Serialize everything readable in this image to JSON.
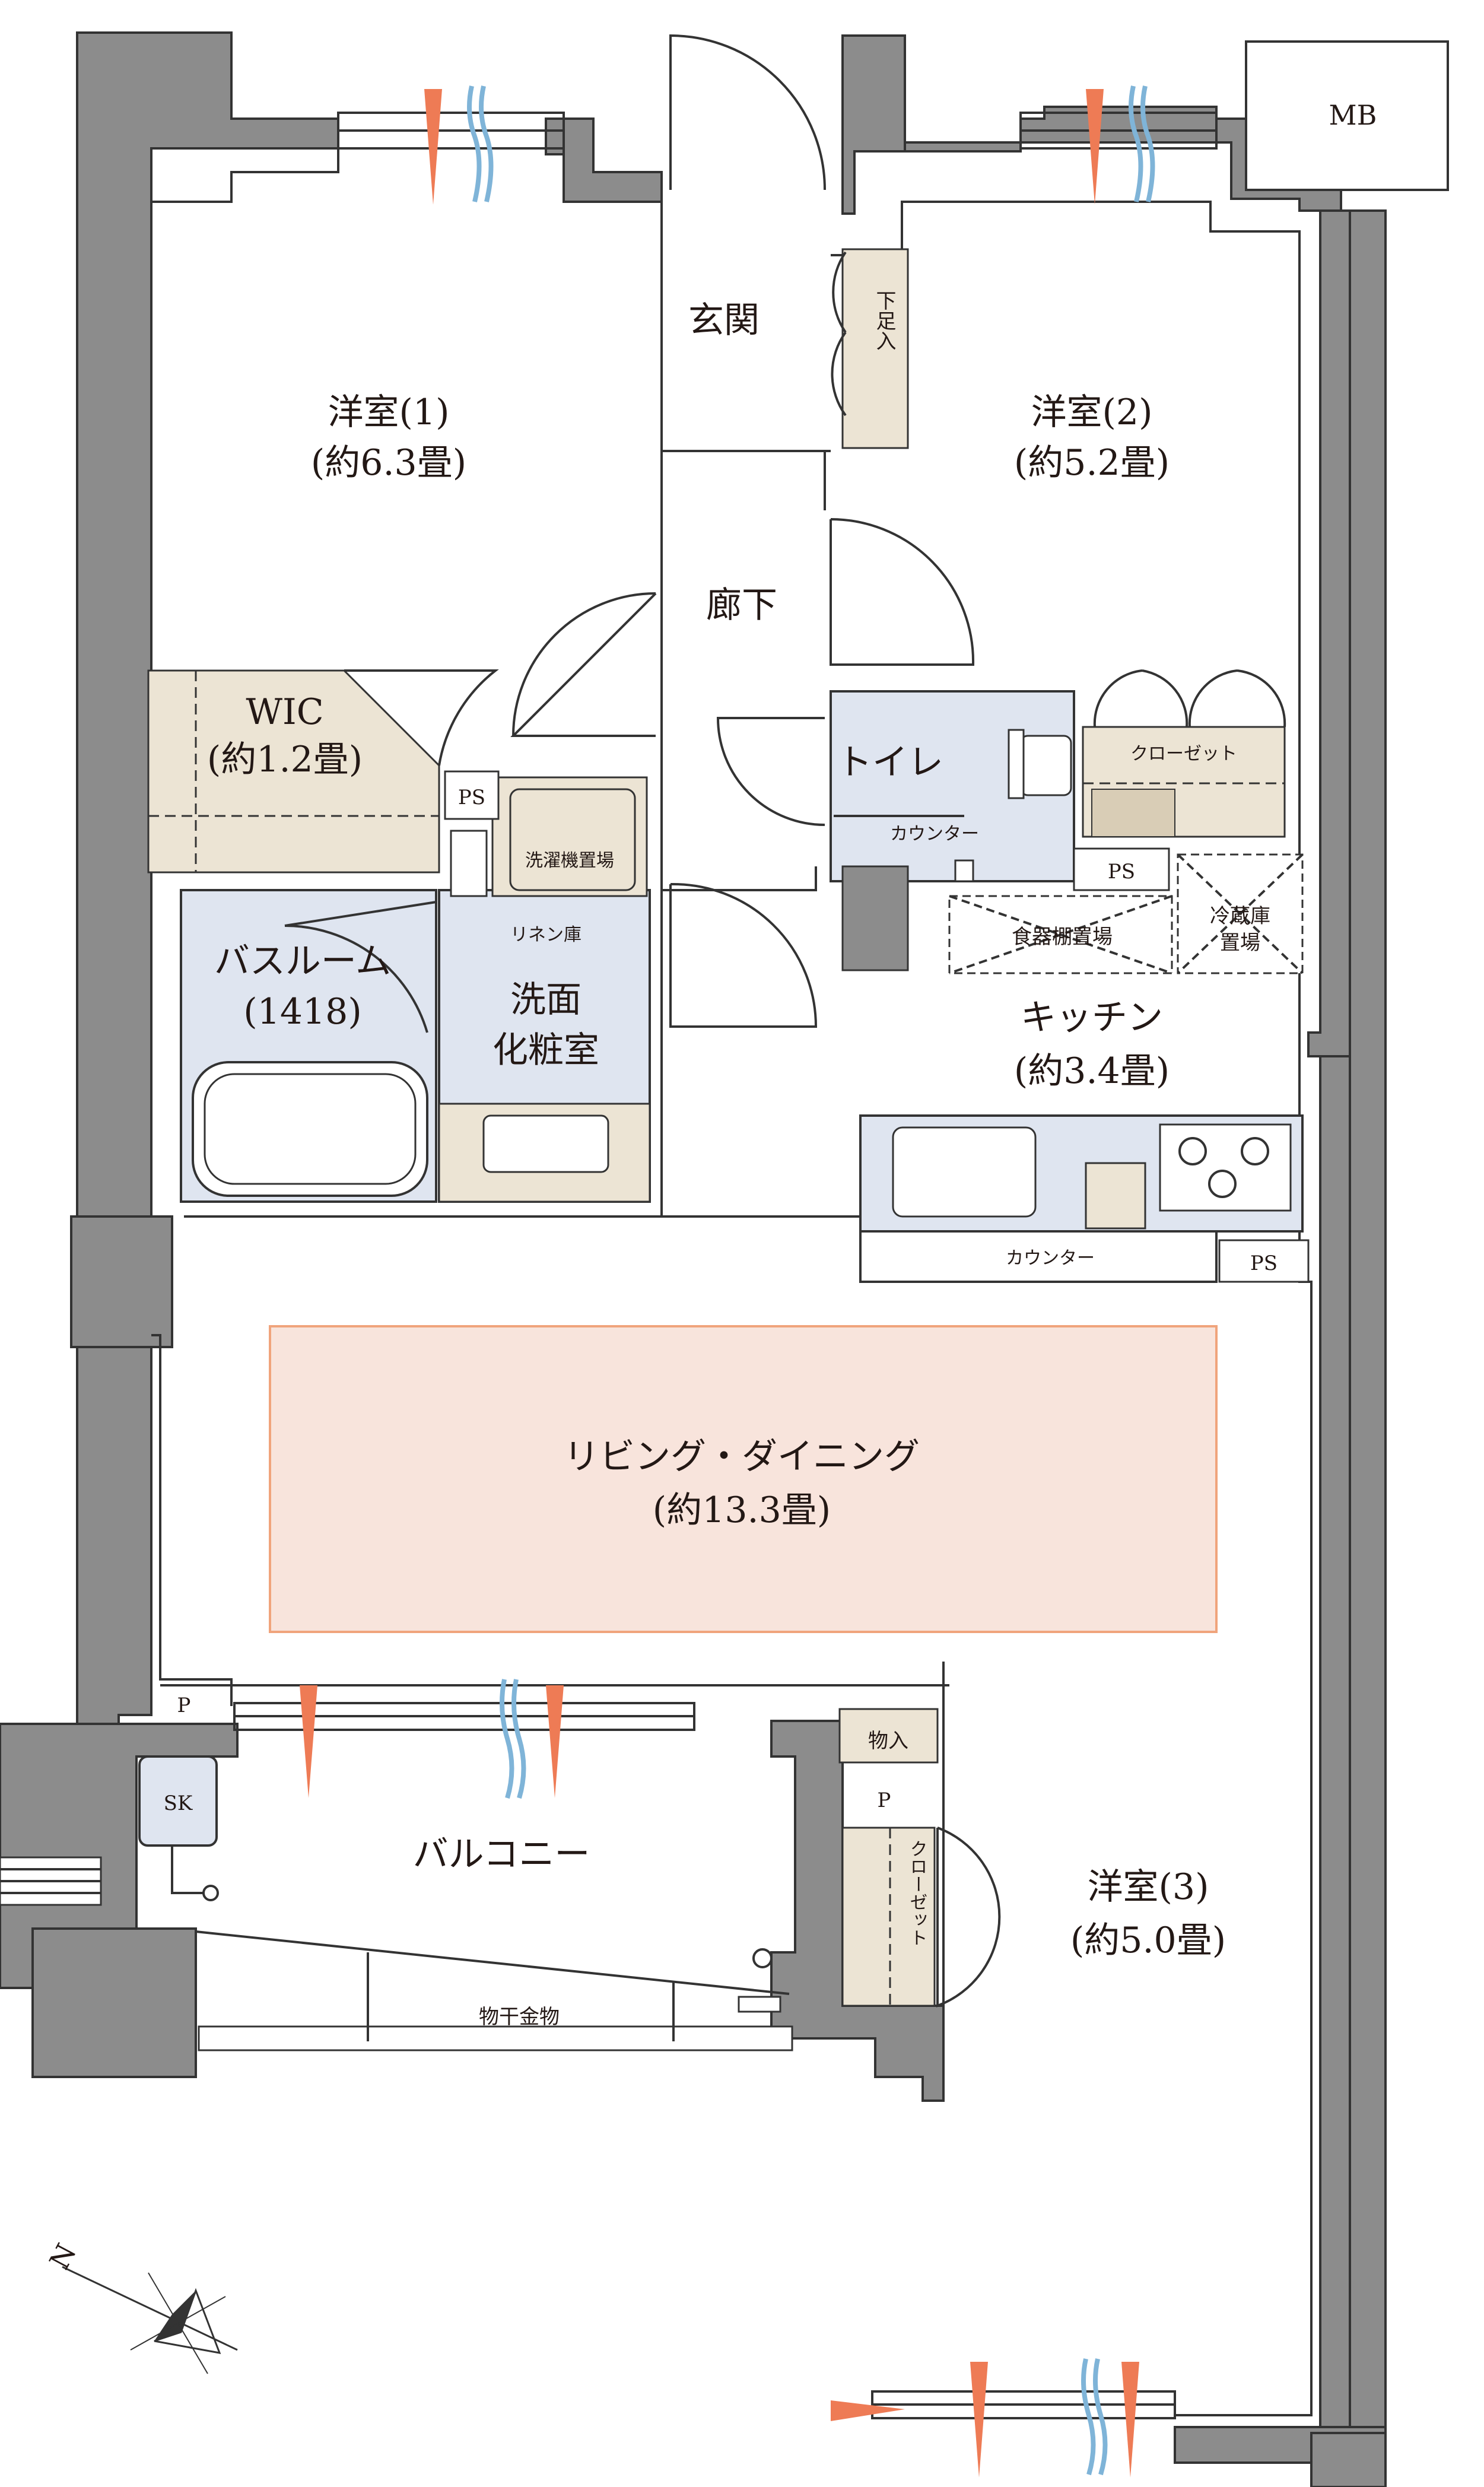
{
  "rooms": {
    "western1_name": "洋室(1)",
    "western1_size": "(約6.3畳)",
    "western2_name": "洋室(2)",
    "western2_size": "(約5.2畳)",
    "western3_name": "洋室(3)",
    "western3_size": "(約5.0畳)",
    "entrance": "玄関",
    "corridor": "廊下",
    "wic_name": "WIC",
    "wic_size": "(約1.2畳)",
    "toilet": "トイレ",
    "bath_name": "バスルーム",
    "bath_size": "(1418)",
    "washroom_line1": "洗面",
    "washroom_line2": "化粧室",
    "kitchen_name": "キッチン",
    "kitchen_size": "(約3.4畳)",
    "living_name": "リビング・ダイニング",
    "living_size": "(約13.3畳)",
    "balcony": "バルコニー"
  },
  "fixtures": {
    "mb": "MB",
    "shoe_storage": "下足入",
    "closet_h": "クローゼット",
    "closet_v": "クローゼット",
    "counter_toilet": "カウンター",
    "counter_kitchen": "カウンター",
    "ps1": "PS",
    "ps2": "PS",
    "ps3": "PS",
    "washer": "洗濯機置場",
    "linen": "リネン庫",
    "dish_shelf": "食器棚置場",
    "fridge_line1": "冷蔵庫",
    "fridge_line2": "置場",
    "storage": "物入",
    "p1": "P",
    "p2": "P",
    "sk": "SK",
    "clothes_rod": "物干金物"
  },
  "compass": {
    "north": "N"
  },
  "colors": {
    "wall": "#8c8c8c",
    "living_fill": "#f8e4dc",
    "living_stroke": "#f0a47c",
    "wet_area": "#dfe5f0",
    "storage_fill": "#ece4d4",
    "air_arrow": "#ee7b55",
    "air_wave": "#7fb4d8"
  }
}
